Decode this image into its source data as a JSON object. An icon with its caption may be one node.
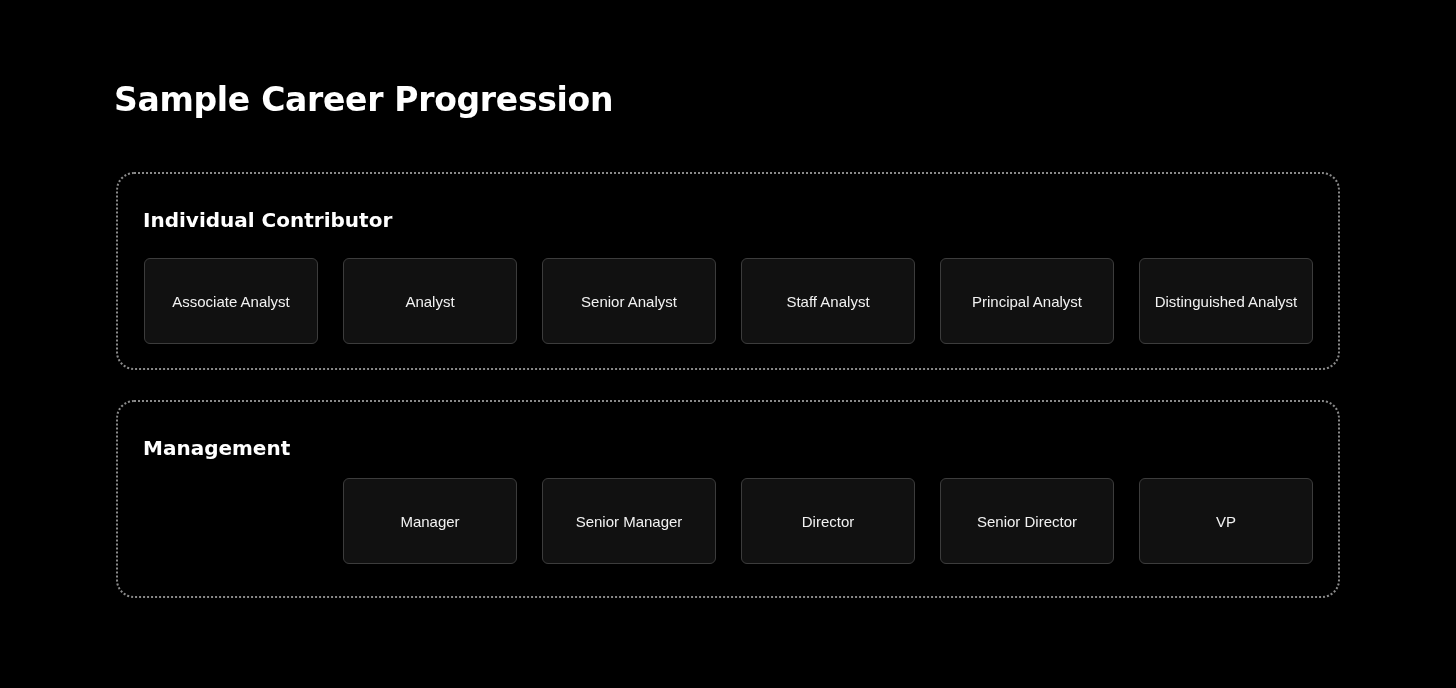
{
  "diagram": {
    "title": "Sample Career Progression",
    "nodes": [
      {
        "text": [
          "Individual Contributor"
        ]
      },
      {
        "text": [
          "Associate Analyst"
        ],
        "in": 0
      },
      {
        "text": [
          "Analyst"
        ],
        "in": 0
      },
      {
        "text": [
          "Senior Analyst"
        ],
        "in": 0
      },
      {
        "text": [
          "Staff Analyst"
        ],
        "in": 0
      },
      {
        "text": [
          "Principal Analyst"
        ],
        "in": 0
      },
      {
        "text": [
          "Distinguished Analyst"
        ],
        "in": 0
      },
      {
        "text": [
          "Management"
        ]
      },
      {
        "text": [
          "Manager"
        ],
        "in": 7
      },
      {
        "text": [
          "Senior Manager"
        ],
        "in": 7
      },
      {
        "text": [
          "Director"
        ],
        "in": 7
      },
      {
        "text": [
          "Senior Director"
        ],
        "in": 7
      },
      {
        "text": [
          "VP"
        ],
        "in": 7
      }
    ]
  }
}
